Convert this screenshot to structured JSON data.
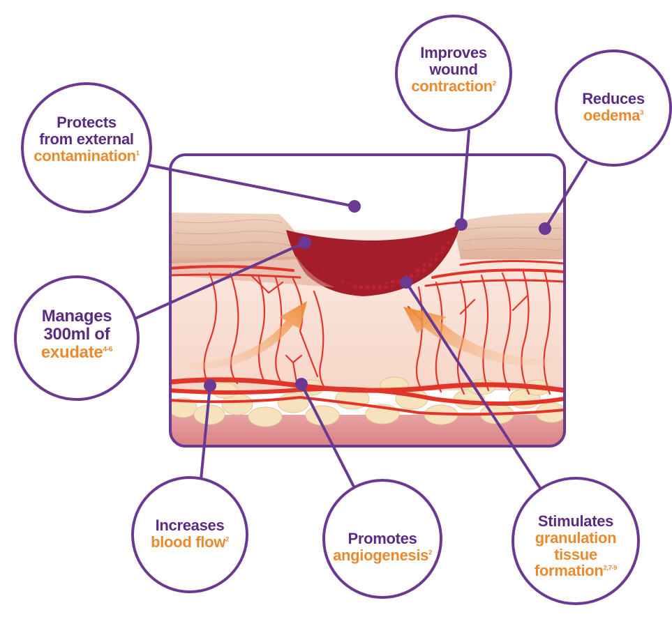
{
  "palette": {
    "circle_stroke": "#6a3a93",
    "connector": "#6a3a93",
    "title_text": "#5b2a82",
    "highlight_text": "#ea8a2f",
    "skin": "#e9c9b4",
    "dermis": "#fbe4da",
    "vessel": "#e03a2a",
    "wound_bed": "#a81e2a",
    "fat": "#f4e0b7",
    "muscle": "#e3a0a0"
  },
  "callouts": [
    {
      "id": "contamination",
      "line1": "Protects",
      "line2": "from external",
      "highlight": "contamination",
      "ref": "1",
      "icon": "protect-point"
    },
    {
      "id": "contraction",
      "line1": "Improves",
      "line2": "wound",
      "highlight": "contraction",
      "ref": "2",
      "icon": "contraction-point"
    },
    {
      "id": "oedema",
      "line1": "Reduces",
      "line2": "",
      "highlight": "oedema",
      "ref": "3",
      "icon": "oedema-point"
    },
    {
      "id": "exudate",
      "line1": "Manages",
      "line2": "300ml of",
      "highlight": "exudate",
      "ref": "4-6",
      "icon": "exudate-point"
    },
    {
      "id": "bloodflow",
      "line1": "Increases",
      "line2": "",
      "highlight": "blood flow",
      "ref": "2",
      "icon": "bloodflow-point"
    },
    {
      "id": "angiogenesis",
      "line1": "Promotes",
      "line2": "",
      "highlight": "angiogenesis",
      "ref": "2",
      "icon": "angiogenesis-point"
    },
    {
      "id": "granulation",
      "line1": "Stimulates",
      "line2": "",
      "highlight": "granulation",
      "highlight2": "tissue",
      "highlight3": "formation",
      "ref": "2,7-9",
      "icon": "granulation-point"
    }
  ]
}
